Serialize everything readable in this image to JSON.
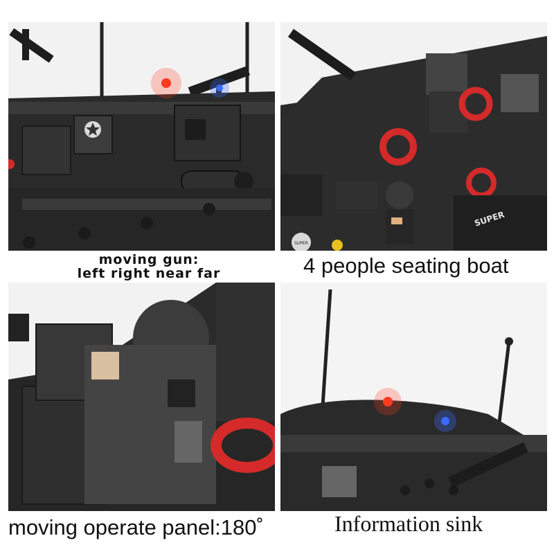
{
  "panels": [
    {
      "caption_line1": "moving gun:",
      "caption_line2": "left right near far",
      "badge_icon": "star-badge-icon"
    },
    {
      "caption": "4 people seating boat",
      "hull_text": "SUPER",
      "emblem_text": "SUPER"
    },
    {
      "caption": "moving operate panel:180˚"
    },
    {
      "caption": "Information sink"
    }
  ],
  "colors": {
    "hull": "#262626",
    "hull_light": "#3a3a3a",
    "life_ring": "#d42a2a",
    "light_red": "#ff3b1f",
    "light_blue": "#3a6cff"
  }
}
